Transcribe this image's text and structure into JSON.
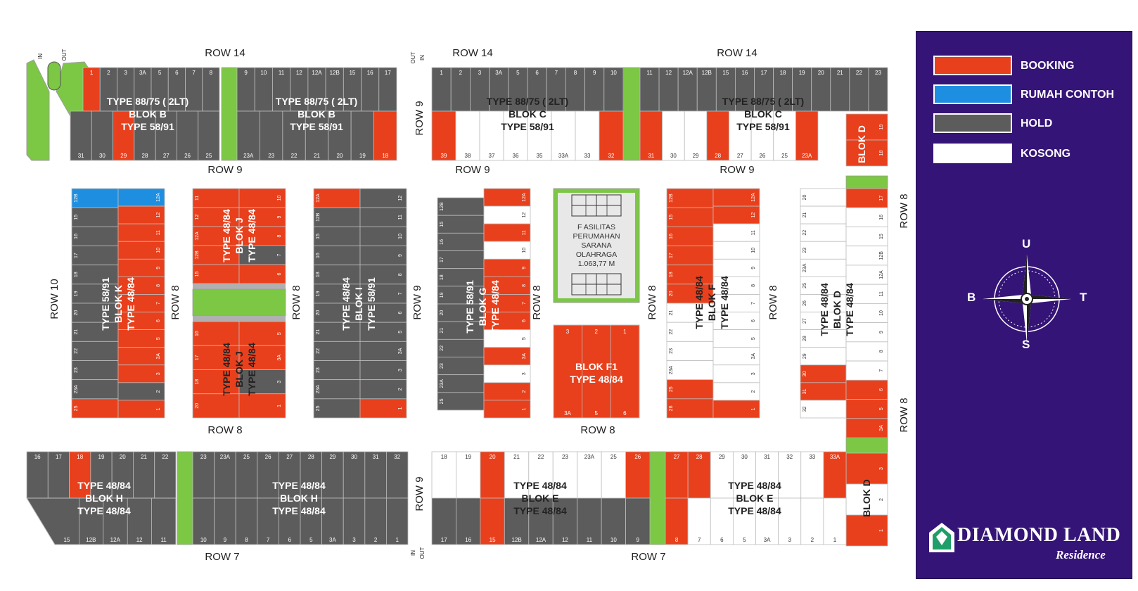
{
  "colors": {
    "booking": "#e8401c",
    "contoh": "#1e8fe0",
    "hold": "#5c5c5c",
    "kosong": "#ffffff",
    "green": "#7cc744",
    "panel": "#351477"
  },
  "legend": [
    {
      "label": "BOOKING",
      "color": "#e8401c"
    },
    {
      "label": "RUMAH CONTOH",
      "color": "#1e8fe0"
    },
    {
      "label": "HOLD",
      "color": "#5c5c5c"
    },
    {
      "label": "KOSONG",
      "color": "#ffffff"
    }
  ],
  "compass": {
    "n": "U",
    "s": "S",
    "e": "T",
    "w": "B"
  },
  "brand": {
    "name": "DIAMOND LAND",
    "sub": "Residence"
  },
  "gates": {
    "in": "IN",
    "out": "OUT"
  },
  "roads": {
    "row14": "ROW 14",
    "row9": "ROW 9",
    "row8": "ROW 8",
    "row7": "ROW 7",
    "row10": "ROW 10"
  },
  "labels": {
    "t8875": "TYPE 88/75 ( 2LT)",
    "t5891": "TYPE 58/91",
    "t4884": "TYPE 48/84",
    "blokB": "BLOK B",
    "blokC": "BLOK C",
    "blokD": "BLOK D",
    "blokK": "BLOK K",
    "blokJ": "BLOK J",
    "blokI": "BLOK I",
    "blokG": "BLOK G",
    "blokF": "BLOK F",
    "blokF1": "BLOK F1",
    "blokH": "BLOK H",
    "blokE": "BLOK E"
  },
  "facility": [
    "F ASILITAS",
    "PERUMAHAN",
    "SARANA",
    "OLAHRAGA",
    "1.063,77 M"
  ],
  "blocks": {
    "b_top": {
      "n": [
        "1",
        "2",
        "3",
        "3A",
        "5",
        "6",
        "7",
        "8"
      ],
      "s": [
        "r",
        "h",
        "h",
        "h",
        "h",
        "h",
        "h",
        "h"
      ]
    },
    "b_top2": {
      "n": [
        "9",
        "10",
        "11",
        "12",
        "12A",
        "12B",
        "15",
        "16",
        "17"
      ],
      "s": [
        "h",
        "h",
        "h",
        "h",
        "h",
        "h",
        "h",
        "h",
        "h"
      ]
    },
    "b_bot": {
      "n": [
        "31",
        "30",
        "29",
        "28",
        "27",
        "26",
        "25"
      ],
      "s": [
        "h",
        "h",
        "r",
        "h",
        "h",
        "h",
        "h"
      ]
    },
    "b_bot2": {
      "n": [
        "23A",
        "23",
        "22",
        "21",
        "20",
        "19",
        "18"
      ],
      "s": [
        "h",
        "h",
        "h",
        "h",
        "h",
        "h",
        "r"
      ]
    },
    "c_top": {
      "n": [
        "1",
        "2",
        "3",
        "3A",
        "5",
        "6",
        "7",
        "8",
        "9",
        "10"
      ],
      "s": [
        "h",
        "h",
        "h",
        "h",
        "h",
        "h",
        "h",
        "h",
        "h",
        "h"
      ]
    },
    "c_top2": {
      "n": [
        "11",
        "12",
        "12A",
        "12B",
        "15",
        "16",
        "17",
        "18",
        "19",
        "20",
        "21",
        "22",
        "23"
      ],
      "s": [
        "h",
        "h",
        "h",
        "h",
        "h",
        "h",
        "h",
        "h",
        "h",
        "h",
        "h",
        "h",
        "h"
      ]
    },
    "c_bot": {
      "n": [
        "39",
        "38",
        "37",
        "36",
        "35",
        "33A",
        "33",
        "32"
      ],
      "s": [
        "r",
        "w",
        "w",
        "w",
        "w",
        "w",
        "w",
        "r"
      ]
    },
    "c_bot2": {
      "n": [
        "31",
        "30",
        "29",
        "28",
        "27",
        "26",
        "25",
        "23A"
      ],
      "s": [
        "r",
        "w",
        "w",
        "r",
        "w",
        "w",
        "w",
        "r"
      ]
    },
    "k_left": {
      "n": [
        "12B",
        "15",
        "16",
        "17",
        "18",
        "19",
        "20",
        "21",
        "22",
        "23",
        "23A",
        "25"
      ],
      "s": [
        "c",
        "h",
        "h",
        "h",
        "h",
        "h",
        "h",
        "h",
        "h",
        "h",
        "h",
        "r"
      ]
    },
    "k_right": {
      "n": [
        "12A",
        "12",
        "11",
        "10",
        "9",
        "8",
        "7",
        "6",
        "5",
        "3A",
        "3",
        "2",
        "1"
      ],
      "s": [
        "c",
        "r",
        "r",
        "r",
        "r",
        "r",
        "r",
        "r",
        "r",
        "r",
        "r",
        "h",
        "r"
      ]
    },
    "j_l1": {
      "n": [
        "11",
        "12",
        "12A",
        "12B",
        "15"
      ],
      "s": [
        "r",
        "r",
        "r",
        "r",
        "r"
      ]
    },
    "j_r1": {
      "n": [
        "10",
        "9",
        "8",
        "7",
        "6"
      ],
      "s": [
        "r",
        "r",
        "r",
        "h",
        "r"
      ]
    },
    "j_l2": {
      "n": [
        "16",
        "17",
        "18",
        "20"
      ],
      "s": [
        "r",
        "r",
        "r",
        "r"
      ]
    },
    "j_r2": {
      "n": [
        "5",
        "3A",
        "3",
        "1"
      ],
      "s": [
        "r",
        "r",
        "h",
        "r"
      ]
    },
    "i_left": {
      "n": [
        "12A",
        "12B",
        "15",
        "16",
        "18",
        "19",
        "20",
        "21",
        "22",
        "23",
        "23A",
        "25"
      ],
      "s": [
        "r",
        "h",
        "h",
        "h",
        "h",
        "h",
        "h",
        "h",
        "h",
        "h",
        "h",
        "h"
      ]
    },
    "i_right": {
      "n": [
        "12",
        "11",
        "10",
        "9",
        "8",
        "7",
        "6",
        "5",
        "3A",
        "3",
        "2",
        "1"
      ],
      "s": [
        "h",
        "h",
        "h",
        "h",
        "h",
        "h",
        "h",
        "h",
        "h",
        "h",
        "h",
        "r"
      ]
    },
    "g_left": {
      "n": [
        "12B",
        "15",
        "16",
        "17",
        "18",
        "19",
        "20",
        "21",
        "22",
        "23",
        "23A",
        "25"
      ],
      "s": [
        "h",
        "h",
        "h",
        "h",
        "h",
        "h",
        "h",
        "h",
        "h",
        "h",
        "h",
        "h"
      ]
    },
    "g_right": {
      "n": [
        "12A",
        "12",
        "11",
        "10",
        "9",
        "8",
        "7",
        "6",
        "5",
        "3A",
        "3",
        "2",
        "1"
      ],
      "s": [
        "r",
        "w",
        "r",
        "w",
        "r",
        "r",
        "r",
        "r",
        "w",
        "r",
        "w",
        "r",
        "r"
      ]
    },
    "f1": {
      "n": [
        "3",
        "2",
        "1"
      ],
      "n2": [
        "3A",
        "5",
        "6"
      ]
    },
    "f_left": {
      "n": [
        "12B",
        "15",
        "16",
        "17",
        "18",
        "20",
        "21",
        "22",
        "23",
        "23A",
        "25",
        "26"
      ],
      "s": [
        "r",
        "r",
        "r",
        "r",
        "r",
        "r",
        "w",
        "w",
        "w",
        "w",
        "r",
        "r"
      ]
    },
    "f_right": {
      "n": [
        "12A",
        "12",
        "11",
        "10",
        "9",
        "8",
        "7",
        "6",
        "5",
        "3A",
        "3",
        "2",
        "1"
      ],
      "s": [
        "r",
        "r",
        "w",
        "w",
        "w",
        "w",
        "w",
        "w",
        "w",
        "w",
        "w",
        "w",
        "r"
      ]
    },
    "d_left": {
      "n": [
        "20",
        "21",
        "22",
        "23",
        "23A",
        "25",
        "26",
        "27",
        "28",
        "29",
        "30",
        "31",
        "32"
      ],
      "s": [
        "w",
        "w",
        "w",
        "w",
        "w",
        "w",
        "w",
        "w",
        "w",
        "w",
        "r",
        "r",
        "w"
      ]
    },
    "d_right": {
      "n": [
        "17",
        "16",
        "15",
        "12B",
        "12A",
        "11",
        "10",
        "9",
        "8",
        "7",
        "6",
        "5",
        "3A"
      ],
      "s": [
        "r",
        "w",
        "w",
        "w",
        "w",
        "w",
        "w",
        "w",
        "w",
        "w",
        "r",
        "r",
        "r"
      ]
    },
    "d_top": {
      "n": [
        "19",
        "18"
      ],
      "s": [
        "r",
        "r"
      ]
    },
    "d_bot": {
      "n": [
        "3",
        "2",
        "1"
      ],
      "s": [
        "r",
        "w",
        "r"
      ]
    },
    "h_top": {
      "n": [
        "16",
        "17",
        "18",
        "19",
        "20",
        "21",
        "22"
      ],
      "s": [
        "h",
        "h",
        "r",
        "h",
        "h",
        "h",
        "h"
      ]
    },
    "h_top2": {
      "n": [
        "23",
        "23A",
        "25",
        "26",
        "27",
        "28",
        "29",
        "30",
        "31",
        "32"
      ],
      "s": [
        "h",
        "h",
        "h",
        "h",
        "h",
        "h",
        "h",
        "h",
        "h",
        "h"
      ]
    },
    "h_bot": {
      "n": [
        "15",
        "12B",
        "12A",
        "12",
        "11"
      ],
      "s": [
        "h",
        "h",
        "h",
        "h",
        "h"
      ]
    },
    "h_bot2": {
      "n": [
        "10",
        "9",
        "8",
        "7",
        "6",
        "5",
        "3A",
        "3",
        "2",
        "1"
      ],
      "s": [
        "h",
        "h",
        "h",
        "h",
        "h",
        "h",
        "h",
        "h",
        "h",
        "h"
      ]
    },
    "e_top": {
      "n": [
        "18",
        "19",
        "20",
        "21",
        "22",
        "23",
        "23A",
        "25",
        "26"
      ],
      "s": [
        "w",
        "w",
        "r",
        "w",
        "w",
        "w",
        "w",
        "w",
        "r"
      ]
    },
    "e_top2": {
      "n": [
        "27",
        "28",
        "29",
        "30",
        "31",
        "32",
        "33",
        "33A"
      ],
      "s": [
        "r",
        "r",
        "w",
        "w",
        "w",
        "w",
        "w",
        "r"
      ]
    },
    "e_bot": {
      "n": [
        "17",
        "16",
        "15",
        "12B",
        "12A",
        "12",
        "11",
        "10",
        "9"
      ],
      "s": [
        "h",
        "h",
        "r",
        "h",
        "h",
        "h",
        "h",
        "h",
        "h"
      ]
    },
    "e_bot2": {
      "n": [
        "8",
        "7",
        "6",
        "5",
        "3A",
        "3",
        "2",
        "1"
      ],
      "s": [
        "r",
        "w",
        "w",
        "w",
        "w",
        "w",
        "w",
        "w"
      ]
    }
  }
}
